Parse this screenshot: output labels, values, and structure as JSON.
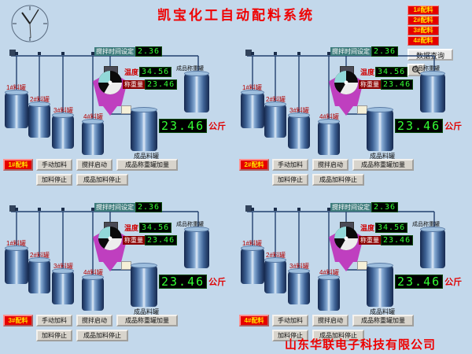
{
  "title": "凯宝化工自动配料系统",
  "company": "山东华联电子科技有限公司",
  "colors": {
    "background": "#c3d8eb",
    "title_red": "#f00000",
    "digit_green": "#33ff33",
    "button_red": "#e60000",
    "button_yellow_text": "#ffe000",
    "mixer_purple": "#bf3fbf"
  },
  "top_panel": {
    "batch_buttons": [
      "1#配料",
      "2#配料",
      "3#配料",
      "4#配料"
    ],
    "query_button": "数据查询"
  },
  "labels": {
    "stir_time": "搅拌时间设定",
    "temperature": "温度",
    "weight": "称重量",
    "product_tank": "成品料罐",
    "weigh_tank": "成品称重罐",
    "tank_names": [
      "1#料罐",
      "2#料罐",
      "3#料罐",
      "4#料罐"
    ]
  },
  "buttons": {
    "manual_feed": "手动加料",
    "stir_start": "搅拌启动",
    "weigh_add": "成品称重罐加量",
    "feed_stop": "加料停止",
    "product_feed_stop": "成品加料停止"
  },
  "stations": [
    {
      "select": "1#配料",
      "stir_time": "2.36",
      "temperature": "34.56",
      "weight": "23.46",
      "big_weight": "23.46",
      "unit": "公斤"
    },
    {
      "select": "2#配料",
      "stir_time": "2.36",
      "temperature": "34.56",
      "weight": "23.46",
      "big_weight": "23.46",
      "unit": "公斤"
    },
    {
      "select": "3#配料",
      "stir_time": "2.36",
      "temperature": "34.56",
      "weight": "23.46",
      "big_weight": "23.46",
      "unit": "公斤"
    },
    {
      "select": "4#配料",
      "stir_time": "2.36",
      "temperature": "34.56",
      "weight": "23.46",
      "big_weight": "23.46",
      "unit": "公斤"
    }
  ]
}
